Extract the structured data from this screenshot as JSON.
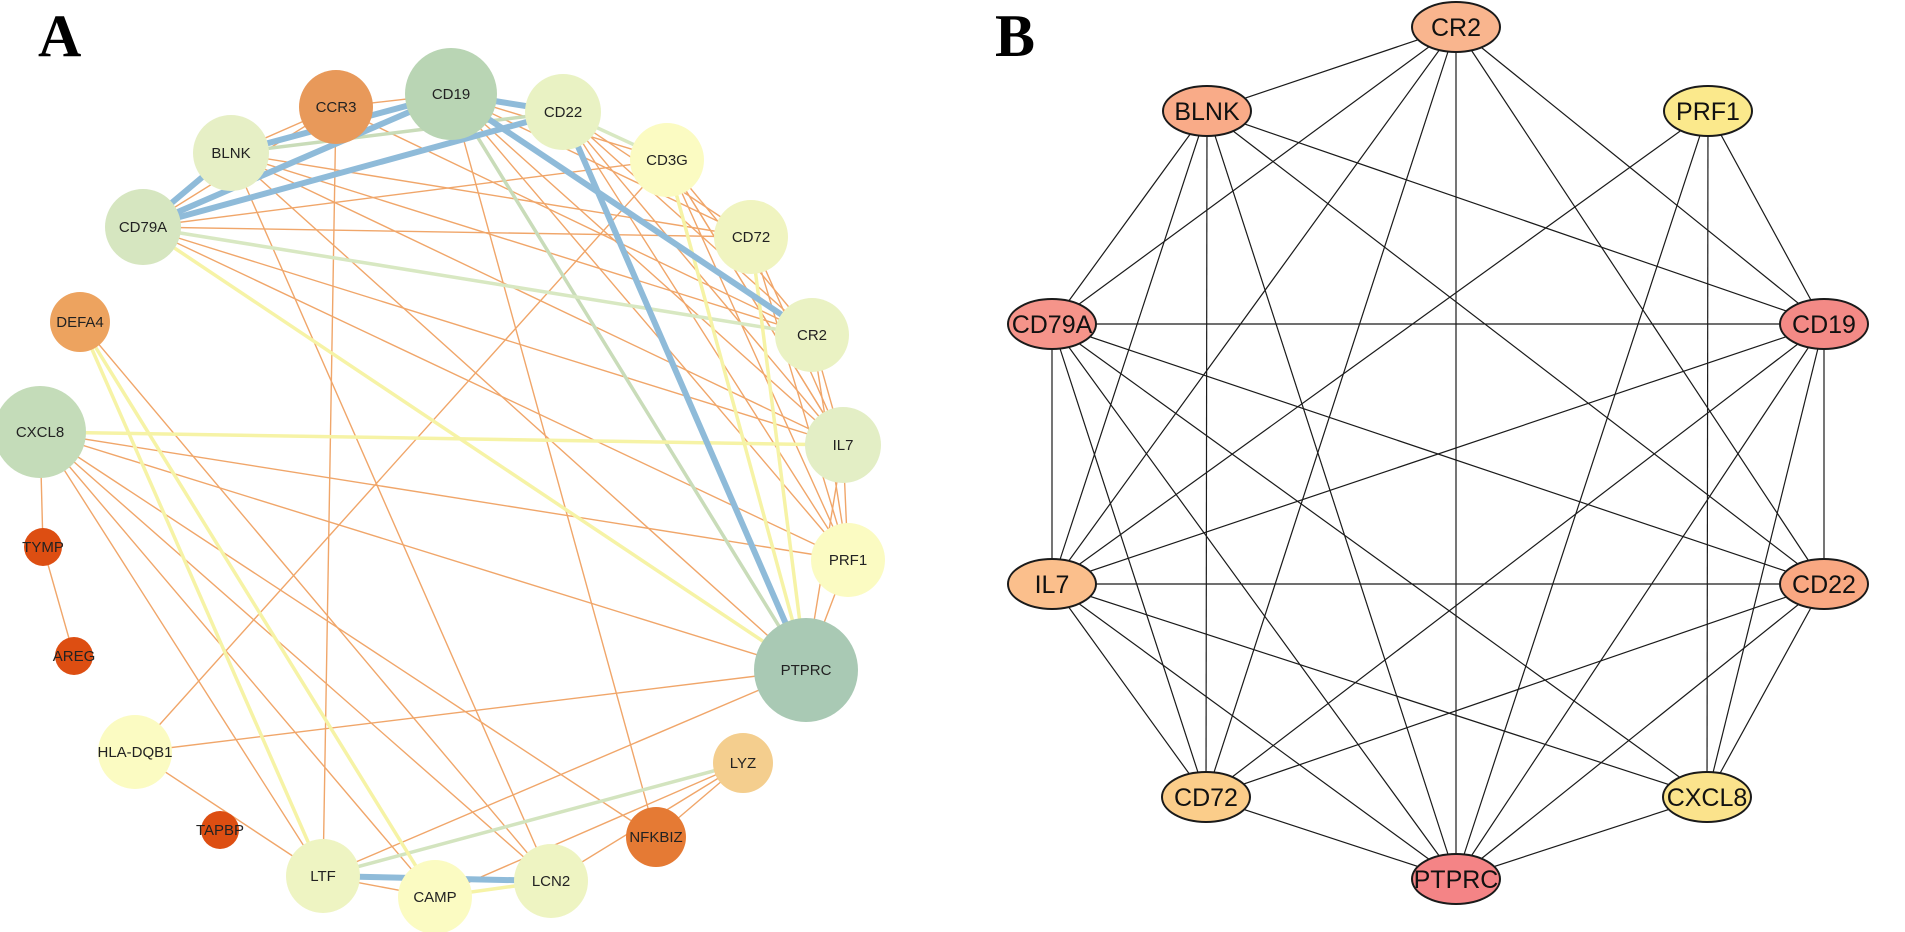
{
  "panel_a": {
    "letter": "A",
    "nodes": [
      {
        "id": "CD19",
        "label": "CD19",
        "color": "#b9d5b4",
        "size": "xl"
      },
      {
        "id": "CCR3",
        "label": "CCR3",
        "color": "#e8995a",
        "size": "m"
      },
      {
        "id": "CD22",
        "label": "CD22",
        "color": "#e9f2c3",
        "size": "l"
      },
      {
        "id": "CD3G",
        "label": "CD3G",
        "color": "#fbfbc2",
        "size": "m"
      },
      {
        "id": "BLNK",
        "label": "BLNK",
        "color": "#e6efc5",
        "size": "l"
      },
      {
        "id": "CD72",
        "label": "CD72",
        "color": "#f0f4c0",
        "size": "m"
      },
      {
        "id": "CD79A",
        "label": "CD79A",
        "color": "#d6e6c0",
        "size": "l"
      },
      {
        "id": "CR2",
        "label": "CR2",
        "color": "#eaf2c3",
        "size": "m"
      },
      {
        "id": "DEFA4",
        "label": "DEFA4",
        "color": "#eda35f",
        "size": "s"
      },
      {
        "id": "CXCL8",
        "label": "CXCL8",
        "color": "#c4dcb9",
        "size": "xl"
      },
      {
        "id": "IL7",
        "label": "IL7",
        "color": "#e3eec5",
        "size": "l"
      },
      {
        "id": "TYMP",
        "label": "TYMP",
        "color": "#dd4e12",
        "size": "xs"
      },
      {
        "id": "PRF1",
        "label": "PRF1",
        "color": "#fbfbc2",
        "size": "m"
      },
      {
        "id": "AREG",
        "label": "AREG",
        "color": "#dd4e12",
        "size": "xs"
      },
      {
        "id": "PTPRC",
        "label": "PTPRC",
        "color": "#a9c9b4",
        "size": "xxl"
      },
      {
        "id": "HLA-DQB1",
        "label": "HLA-DQB1",
        "color": "#fbfbc2",
        "size": "m"
      },
      {
        "id": "LYZ",
        "label": "LYZ",
        "color": "#f4ce8e",
        "size": "s"
      },
      {
        "id": "TAPBP",
        "label": "TAPBP",
        "color": "#dd4e12",
        "size": "xs"
      },
      {
        "id": "NFKBIZ",
        "label": "NFKBIZ",
        "color": "#e57a34",
        "size": "s"
      },
      {
        "id": "LTF",
        "label": "LTF",
        "color": "#eef4c2",
        "size": "m"
      },
      {
        "id": "CAMP",
        "label": "CAMP",
        "color": "#fbfbc2",
        "size": "m"
      },
      {
        "id": "LCN2",
        "label": "LCN2",
        "color": "#eef4c2",
        "size": "m"
      }
    ],
    "edges": [
      {
        "s": "CD19",
        "t": "CD22",
        "color": "#8fbbd9",
        "w": "thick"
      },
      {
        "s": "CD19",
        "t": "BLNK",
        "color": "#8fbbd9",
        "w": "thick"
      },
      {
        "s": "CD19",
        "t": "CD79A",
        "color": "#8fbbd9",
        "w": "thick"
      },
      {
        "s": "CD22",
        "t": "CD79A",
        "color": "#8fbbd9",
        "w": "thick"
      },
      {
        "s": "BLNK",
        "t": "CD79A",
        "color": "#8fbbd9",
        "w": "thick"
      },
      {
        "s": "CD22",
        "t": "PTPRC",
        "color": "#8fbbd9",
        "w": "thick"
      },
      {
        "s": "CD19",
        "t": "CR2",
        "color": "#8fbbd9",
        "w": "thick"
      },
      {
        "s": "LTF",
        "t": "LCN2",
        "color": "#8fbbd9",
        "w": "thick"
      },
      {
        "s": "CD19",
        "t": "PTPRC",
        "color": "#c9dcb9",
        "w": "mid"
      },
      {
        "s": "BLNK",
        "t": "CD22",
        "color": "#c9dcb9",
        "w": "mid"
      },
      {
        "s": "CD79A",
        "t": "CR2",
        "color": "#d8e8c2",
        "w": "mid"
      },
      {
        "s": "LYZ",
        "t": "LTF",
        "color": "#d3e4bf",
        "w": "mid"
      },
      {
        "s": "CD22",
        "t": "CD3G",
        "color": "#d8e8c2",
        "w": "mid"
      },
      {
        "s": "CXCL8",
        "t": "IL7",
        "color": "#f6f3a6",
        "w": "mid"
      },
      {
        "s": "CD79A",
        "t": "PTPRC",
        "color": "#f6f3a6",
        "w": "mid"
      },
      {
        "s": "DEFA4",
        "t": "CAMP",
        "color": "#f6f3a6",
        "w": "mid"
      },
      {
        "s": "DEFA4",
        "t": "LTF",
        "color": "#f6f3a6",
        "w": "mid"
      },
      {
        "s": "CAMP",
        "t": "LCN2",
        "color": "#f6f3a6",
        "w": "mid"
      },
      {
        "s": "CD72",
        "t": "PTPRC",
        "color": "#f6f3a6",
        "w": "mid"
      },
      {
        "s": "CD3G",
        "t": "PTPRC",
        "color": "#f6f3a6",
        "w": "mid"
      },
      {
        "s": "CD79A",
        "t": "CD72",
        "color": "#f0a66a",
        "w": "thin"
      },
      {
        "s": "CD79A",
        "t": "IL7",
        "color": "#f0a66a",
        "w": "thin"
      },
      {
        "s": "CD79A",
        "t": "PRF1",
        "color": "#f0a66a",
        "w": "thin"
      },
      {
        "s": "CD79A",
        "t": "CCR3",
        "color": "#f0a66a",
        "w": "thin"
      },
      {
        "s": "CD79A",
        "t": "CD3G",
        "color": "#f0a66a",
        "w": "thin"
      },
      {
        "s": "BLNK",
        "t": "CR2",
        "color": "#f0a66a",
        "w": "thin"
      },
      {
        "s": "BLNK",
        "t": "IL7",
        "color": "#f0a66a",
        "w": "thin"
      },
      {
        "s": "BLNK",
        "t": "PTPRC",
        "color": "#f0a66a",
        "w": "thin"
      },
      {
        "s": "BLNK",
        "t": "LCN2",
        "color": "#f0a66a",
        "w": "thin"
      },
      {
        "s": "BLNK",
        "t": "CD72",
        "color": "#f0a66a",
        "w": "thin"
      },
      {
        "s": "BLNK",
        "t": "CCR3",
        "color": "#f0a66a",
        "w": "thin"
      },
      {
        "s": "CCR3",
        "t": "CD19",
        "color": "#f0a66a",
        "w": "thin"
      },
      {
        "s": "CCR3",
        "t": "LTF",
        "color": "#f0a66a",
        "w": "thin"
      },
      {
        "s": "CCR3",
        "t": "CR2",
        "color": "#f0a66a",
        "w": "thin"
      },
      {
        "s": "CD19",
        "t": "CD72",
        "color": "#f0a66a",
        "w": "thin"
      },
      {
        "s": "CD19",
        "t": "IL7",
        "color": "#f0a66a",
        "w": "thin"
      },
      {
        "s": "CD19",
        "t": "PRF1",
        "color": "#f0a66a",
        "w": "thin"
      },
      {
        "s": "CD19",
        "t": "CD3G",
        "color": "#f0a66a",
        "w": "thin"
      },
      {
        "s": "CD19",
        "t": "NFKBIZ",
        "color": "#f0a66a",
        "w": "thin"
      },
      {
        "s": "CD22",
        "t": "IL7",
        "color": "#f0a66a",
        "w": "thin"
      },
      {
        "s": "CD22",
        "t": "CD72",
        "color": "#f0a66a",
        "w": "thin"
      },
      {
        "s": "CD22",
        "t": "CR2",
        "color": "#f0a66a",
        "w": "thin"
      },
      {
        "s": "CD22",
        "t": "PRF1",
        "color": "#f0a66a",
        "w": "thin"
      },
      {
        "s": "CD3G",
        "t": "HLA-DQB1",
        "color": "#f0a66a",
        "w": "thin"
      },
      {
        "s": "CD3G",
        "t": "IL7",
        "color": "#f0a66a",
        "w": "thin"
      },
      {
        "s": "CD3G",
        "t": "PRF1",
        "color": "#f0a66a",
        "w": "thin"
      },
      {
        "s": "CD3G",
        "t": "CR2",
        "color": "#f0a66a",
        "w": "thin"
      },
      {
        "s": "CD72",
        "t": "IL7",
        "color": "#f0a66a",
        "w": "thin"
      },
      {
        "s": "CD72",
        "t": "PRF1",
        "color": "#f0a66a",
        "w": "thin"
      },
      {
        "s": "CR2",
        "t": "IL7",
        "color": "#f0a66a",
        "w": "thin"
      },
      {
        "s": "CR2",
        "t": "PRF1",
        "color": "#f0a66a",
        "w": "thin"
      },
      {
        "s": "IL7",
        "t": "PRF1",
        "color": "#f0a66a",
        "w": "thin"
      },
      {
        "s": "IL7",
        "t": "PTPRC",
        "color": "#f0a66a",
        "w": "thin"
      },
      {
        "s": "PRF1",
        "t": "PTPRC",
        "color": "#f0a66a",
        "w": "thin"
      },
      {
        "s": "CXCL8",
        "t": "PRF1",
        "color": "#f0a66a",
        "w": "thin"
      },
      {
        "s": "CXCL8",
        "t": "PTPRC",
        "color": "#f0a66a",
        "w": "thin"
      },
      {
        "s": "CXCL8",
        "t": "TYMP",
        "color": "#f0a66a",
        "w": "thin"
      },
      {
        "s": "CXCL8",
        "t": "NFKBIZ",
        "color": "#f0a66a",
        "w": "thin"
      },
      {
        "s": "CXCL8",
        "t": "LCN2",
        "color": "#f0a66a",
        "w": "thin"
      },
      {
        "s": "CXCL8",
        "t": "CAMP",
        "color": "#f0a66a",
        "w": "thin"
      },
      {
        "s": "CXCL8",
        "t": "LTF",
        "color": "#f0a66a",
        "w": "thin"
      },
      {
        "s": "TYMP",
        "t": "AREG",
        "color": "#f0a66a",
        "w": "thin"
      },
      {
        "s": "DEFA4",
        "t": "LCN2",
        "color": "#f0a66a",
        "w": "thin"
      },
      {
        "s": "HLA-DQB1",
        "t": "PTPRC",
        "color": "#f0a66a",
        "w": "thin"
      },
      {
        "s": "HLA-DQB1",
        "t": "LTF",
        "color": "#f0a66a",
        "w": "thin"
      },
      {
        "s": "PTPRC",
        "t": "LTF",
        "color": "#f0a66a",
        "w": "thin"
      },
      {
        "s": "LYZ",
        "t": "NFKBIZ",
        "color": "#f0a66a",
        "w": "thin"
      },
      {
        "s": "LYZ",
        "t": "CAMP",
        "color": "#f0a66a",
        "w": "thin"
      },
      {
        "s": "LYZ",
        "t": "LCN2",
        "color": "#f0a66a",
        "w": "thin"
      },
      {
        "s": "LTF",
        "t": "CAMP",
        "color": "#f0a66a",
        "w": "thin"
      },
      {
        "s": "IL7",
        "t": "CD3G",
        "color": "#f0a66a",
        "w": "thin"
      }
    ]
  },
  "panel_b": {
    "letter": "B",
    "nodes": [
      {
        "id": "CR2",
        "label": "CR2",
        "color": "#f9b58e"
      },
      {
        "id": "PRF1",
        "label": "PRF1",
        "color": "#fbe98c"
      },
      {
        "id": "CD19",
        "label": "CD19",
        "color": "#f38a86"
      },
      {
        "id": "CD22",
        "label": "CD22",
        "color": "#f9a882"
      },
      {
        "id": "CXCL8",
        "label": "CXCL8",
        "color": "#fbe38c"
      },
      {
        "id": "PTPRC",
        "label": "PTPRC",
        "color": "#f48486"
      },
      {
        "id": "CD72",
        "label": "CD72",
        "color": "#fbcd8a"
      },
      {
        "id": "IL7",
        "label": "IL7",
        "color": "#fbbf8c"
      },
      {
        "id": "CD79A",
        "label": "CD79A",
        "color": "#f5948a"
      },
      {
        "id": "BLNK",
        "label": "BLNK",
        "color": "#f9ab88"
      }
    ],
    "edges": [
      [
        "CR2",
        "BLNK"
      ],
      [
        "CR2",
        "CD79A"
      ],
      [
        "CR2",
        "IL7"
      ],
      [
        "CR2",
        "CD72"
      ],
      [
        "CR2",
        "PTPRC"
      ],
      [
        "CR2",
        "CD19"
      ],
      [
        "CR2",
        "CD22"
      ],
      [
        "BLNK",
        "CD79A"
      ],
      [
        "BLNK",
        "IL7"
      ],
      [
        "BLNK",
        "CD72"
      ],
      [
        "BLNK",
        "PTPRC"
      ],
      [
        "BLNK",
        "CD19"
      ],
      [
        "BLNK",
        "CD22"
      ],
      [
        "PRF1",
        "CD19"
      ],
      [
        "PRF1",
        "IL7"
      ],
      [
        "PRF1",
        "CXCL8"
      ],
      [
        "PRF1",
        "PTPRC"
      ],
      [
        "CD79A",
        "CD19"
      ],
      [
        "CD79A",
        "CD22"
      ],
      [
        "CD79A",
        "IL7"
      ],
      [
        "CD79A",
        "CD72"
      ],
      [
        "CD79A",
        "PTPRC"
      ],
      [
        "CD79A",
        "CXCL8"
      ],
      [
        "CD19",
        "IL7"
      ],
      [
        "CD19",
        "CD22"
      ],
      [
        "CD19",
        "CD72"
      ],
      [
        "CD19",
        "PTPRC"
      ],
      [
        "CD19",
        "CXCL8"
      ],
      [
        "IL7",
        "CD22"
      ],
      [
        "IL7",
        "CD72"
      ],
      [
        "IL7",
        "PTPRC"
      ],
      [
        "IL7",
        "CXCL8"
      ],
      [
        "CD22",
        "CD72"
      ],
      [
        "CD22",
        "PTPRC"
      ],
      [
        "CD22",
        "CXCL8"
      ],
      [
        "CD72",
        "PTPRC"
      ],
      [
        "CXCL8",
        "PTPRC"
      ]
    ]
  }
}
